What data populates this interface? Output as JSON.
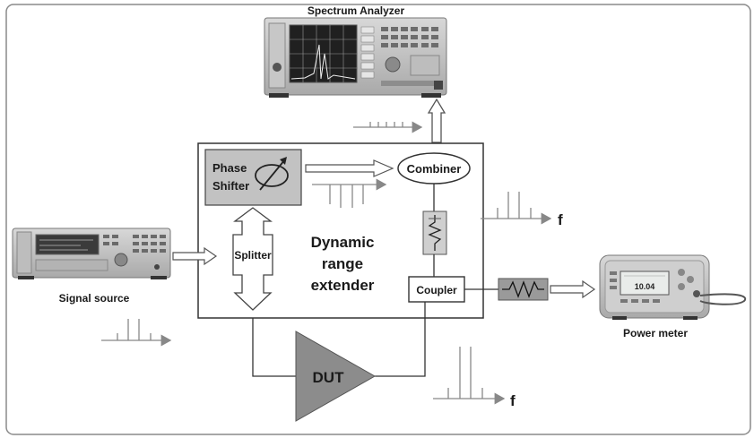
{
  "labels": {
    "spectrum_analyzer": "Spectrum Analyzer",
    "phase_shifter_line1": "Phase",
    "phase_shifter_line2": "Shifter",
    "combiner": "Combiner",
    "splitter": "Splitter",
    "dre_line1": "Dynamic",
    "dre_line2": "range",
    "dre_line3": "extender",
    "coupler": "Coupler",
    "signal_source": "Signal source",
    "power_meter": "Power meter",
    "dut": "DUT",
    "freq_axis_1": "f",
    "freq_axis_2": "f"
  },
  "instruments": {
    "power_meter_readout": "10.04"
  }
}
